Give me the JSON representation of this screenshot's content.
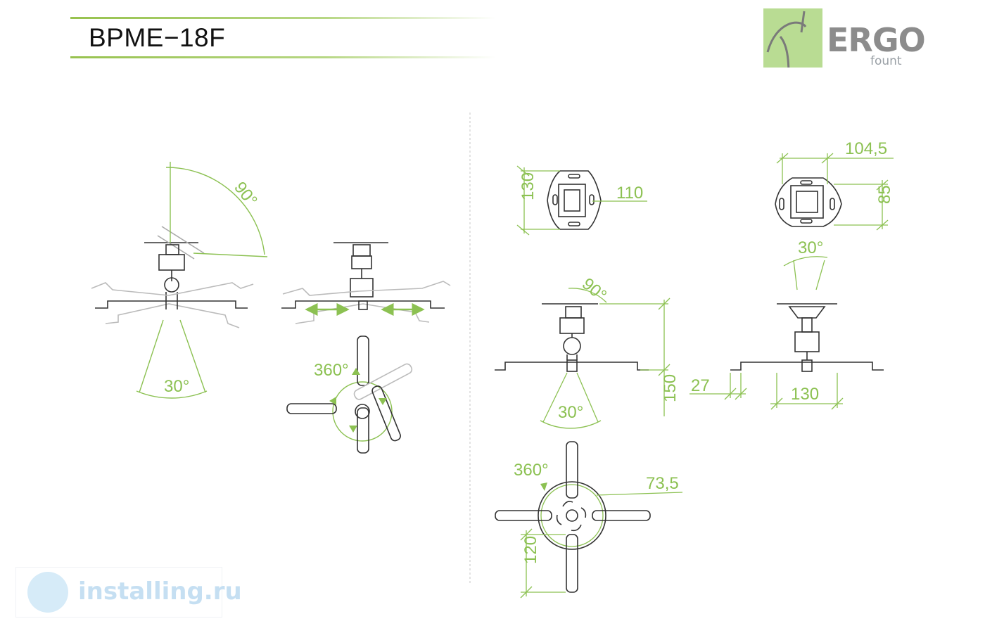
{
  "title": "BPME−18F",
  "logo": {
    "brand": "ERGO",
    "sub": "fount",
    "icon": "ergofount-logo-icon"
  },
  "watermark": {
    "text": "installing.ru",
    "icon": "installing-logo-icon"
  },
  "colors": {
    "accent": "#8cc152",
    "line": "#333333",
    "green_light": "#b9dc93"
  },
  "labels": {
    "left_tilt_angle": "90°",
    "left_swivel_angle": "30°",
    "left_rotation": "360°",
    "plate_height": "130",
    "plate_width": "110",
    "plate2_width": "104,5",
    "plate2_height": "85",
    "right_tilt_angle": "30°",
    "side_tilt_angle": "90°",
    "side_swivel_angle": "30°",
    "drop_height": "150",
    "offset": "27",
    "base_width": "130",
    "bottom_rotation": "360°",
    "hub_radius": "73,5",
    "arm_length": "120"
  }
}
